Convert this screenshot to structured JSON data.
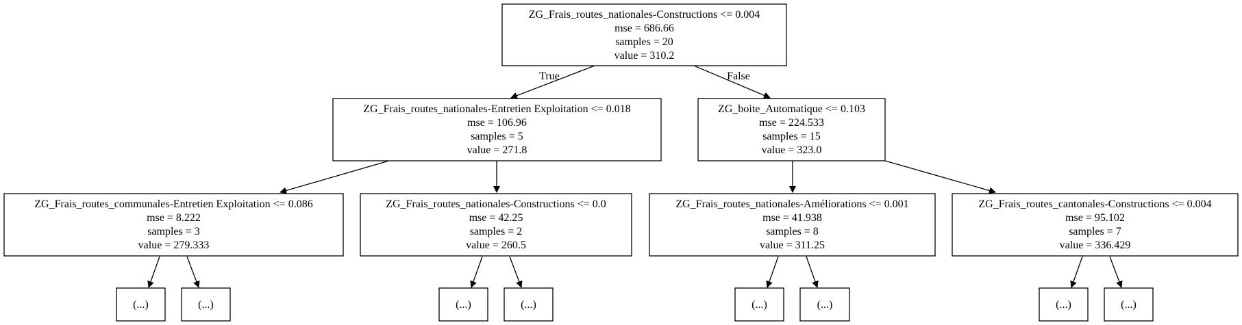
{
  "nodes": {
    "root": {
      "condition": "ZG_Frais_routes_nationales-Constructions <= 0.004",
      "mse": "mse = 686.66",
      "samples": "samples = 20",
      "value": "value = 310.2"
    },
    "n1": {
      "condition": "ZG_Frais_routes_nationales-Entretien Exploitation <= 0.018",
      "mse": "mse = 106.96",
      "samples": "samples = 5",
      "value": "value = 271.8"
    },
    "n2": {
      "condition": "ZG_boite_Automatique <= 0.103",
      "mse": "mse = 224.533",
      "samples": "samples = 15",
      "value": "value = 323.0"
    },
    "n3": {
      "condition": "ZG_Frais_routes_communales-Entretien Exploitation <= 0.086",
      "mse": "mse = 8.222",
      "samples": "samples = 3",
      "value": "value = 279.333"
    },
    "n4": {
      "condition": "ZG_Frais_routes_nationales-Constructions <= 0.0",
      "mse": "mse = 42.25",
      "samples": "samples = 2",
      "value": "value = 260.5"
    },
    "n5": {
      "condition": "ZG_Frais_routes_nationales-Améliorations <= 0.001",
      "mse": "mse = 41.938",
      "samples": "samples = 8",
      "value": "value = 311.25"
    },
    "n6": {
      "condition": "ZG_Frais_routes_cantonales-Constructions <= 0.004",
      "mse": "mse = 95.102",
      "samples": "samples = 7",
      "value": "value = 336.429"
    }
  },
  "truncated_label": "(...)",
  "edge_labels": {
    "true_label": "True",
    "false_label": "False"
  }
}
